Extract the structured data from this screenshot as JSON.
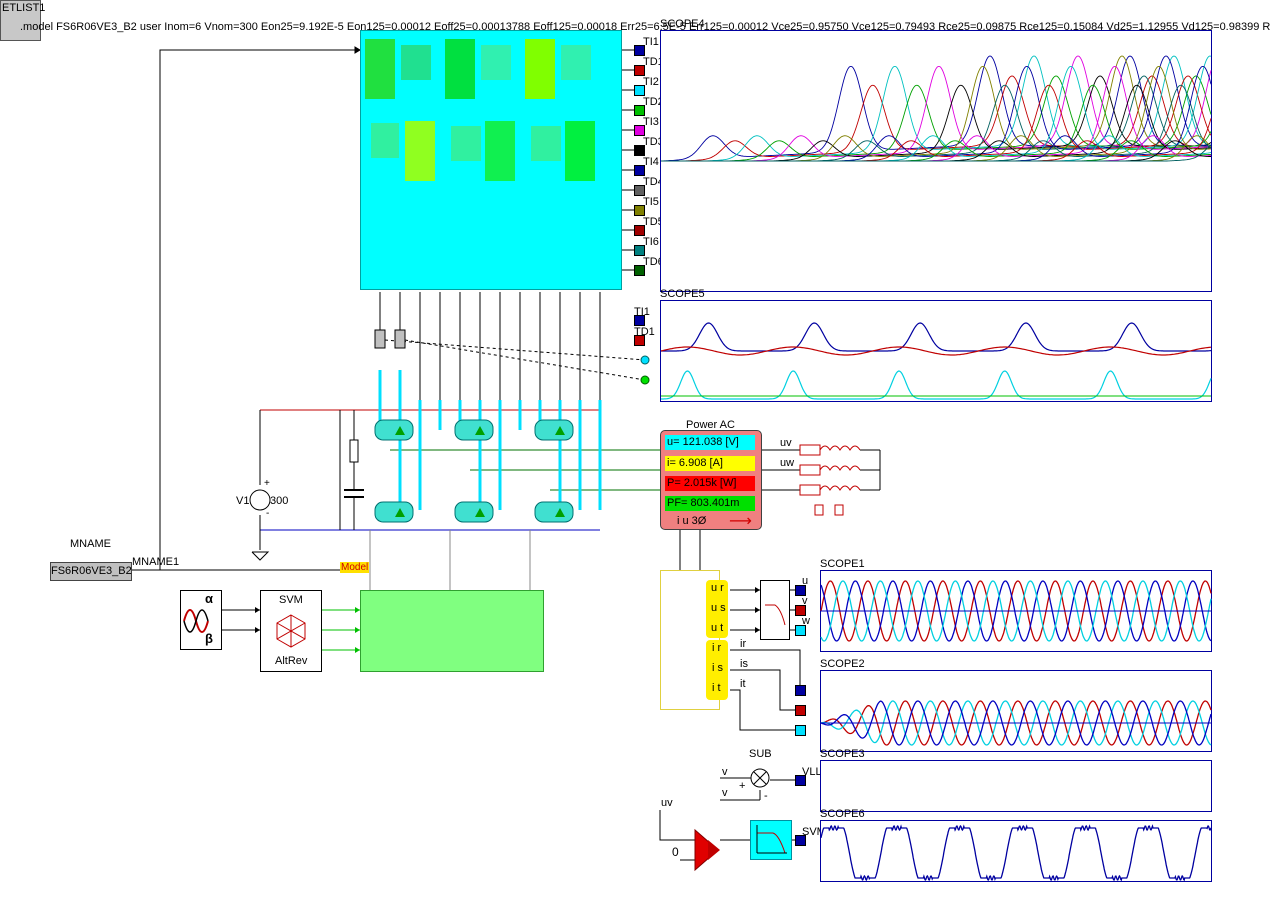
{
  "netlist": {
    "title": "ETLIST1",
    "model_line": ".model FS6R06VE3_B2 user Inom=6 Vnom=300 Eon25=9.192E-5 Eon125=0.00012 Eoff25=0.00013788 Eoff125=0.00018 Err25=6.5E-5 Err125=0.00012 Vce25=0.95750 Vce125=0.79493 Rce25=0.09875 Rce125=0.15084 Vd25=1.12955 Vd125=0.98399 R"
  },
  "mname": {
    "label": "MNAME",
    "value": "FS6R06VE3_B2",
    "net": "MNAME1",
    "model_tag": "Model"
  },
  "source": {
    "name": "V1",
    "value": "300",
    "plus": "+",
    "minus": "-"
  },
  "svm": {
    "title": "SVM",
    "sub": "AltRev",
    "alpha": "α",
    "beta": "β"
  },
  "pins": [
    "TI1",
    "TD1",
    "TI2",
    "TD2",
    "TI3",
    "TD3",
    "TI4",
    "TD4",
    "TI5",
    "TD5",
    "TI6",
    "TD6"
  ],
  "scope5_pins": [
    "TI1",
    "TD1"
  ],
  "scopes": {
    "scope4": "SCOPE4",
    "scope5": "SCOPE5",
    "scope1": "SCOPE1",
    "scope2": "SCOPE2",
    "scope3": "SCOPE3",
    "scope6": "SCOPE6"
  },
  "power_meter": {
    "title": "Power AC",
    "u": "u= 121.038 [V]",
    "i": "i= 6.908 [A]",
    "p": "P= 2.015k [W]",
    "pf": "PF= 803.401m",
    "footer": "i   u 3Ø",
    "colors": {
      "u": "#00ffff",
      "i": "#ffff00",
      "p": "#ff0000",
      "pf": "#00e000"
    }
  },
  "load_labels": [
    "uv",
    "uw"
  ],
  "uir": {
    "u_labels": [
      "u r",
      "u s",
      "u t"
    ],
    "i_labels": [
      "i r",
      "i s",
      "i t"
    ],
    "currents": [
      "ir",
      "is",
      "it"
    ]
  },
  "scope1_pins": [
    "u",
    "v",
    "w"
  ],
  "sub": {
    "title": "SUB",
    "in1": "v",
    "in2": "v",
    "plus": "+",
    "minus": "-",
    "out": "VLL"
  },
  "bottom": {
    "in_label": "uv",
    "zero": "0",
    "out": "SVM"
  }
}
